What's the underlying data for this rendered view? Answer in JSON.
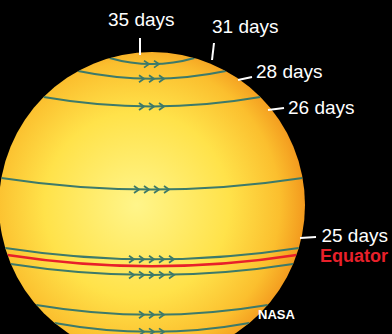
{
  "diagram": {
    "labels": [
      "35 days",
      "31 days",
      "28 days",
      "26 days",
      "25 days",
      "Equator",
      "NASA"
    ]
  }
}
